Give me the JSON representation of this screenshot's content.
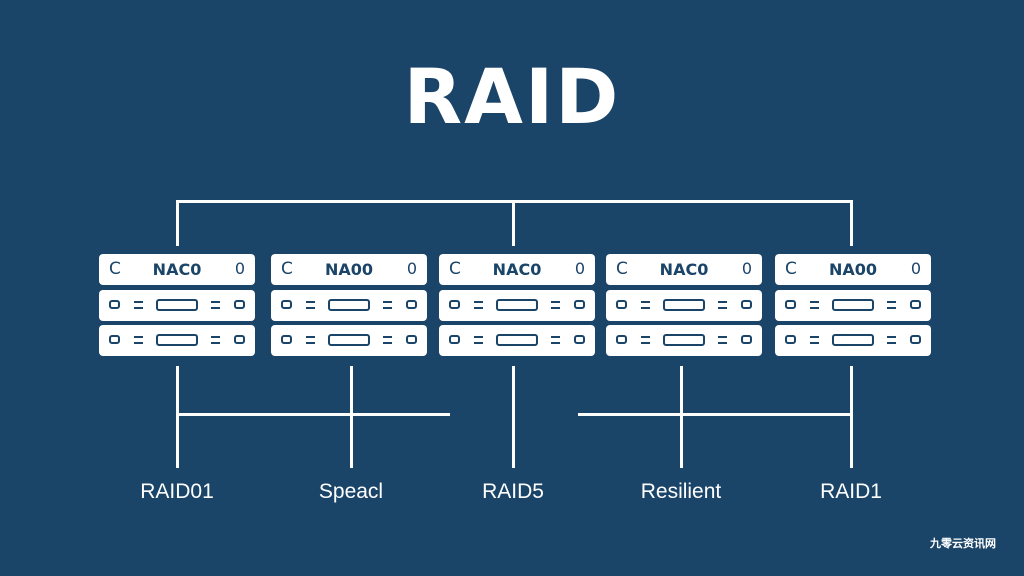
{
  "title": "RAID",
  "units": [
    {
      "left_glyph": "C",
      "name": "NAC0",
      "right_glyph": "0",
      "label": "RAID01"
    },
    {
      "left_glyph": "C",
      "name": "NA00",
      "right_glyph": "0",
      "label": "Speacl"
    },
    {
      "left_glyph": "C",
      "name": "NAC0",
      "right_glyph": "0",
      "label": "RAID5"
    },
    {
      "left_glyph": "C",
      "name": "NAC0",
      "right_glyph": "0",
      "label": "Resilient"
    },
    {
      "left_glyph": "C",
      "name": "NA00",
      "right_glyph": "0",
      "label": "RAID1"
    }
  ],
  "watermark": "九零云资讯网",
  "colors": {
    "background": "#1a4468",
    "foreground": "#ffffff"
  }
}
